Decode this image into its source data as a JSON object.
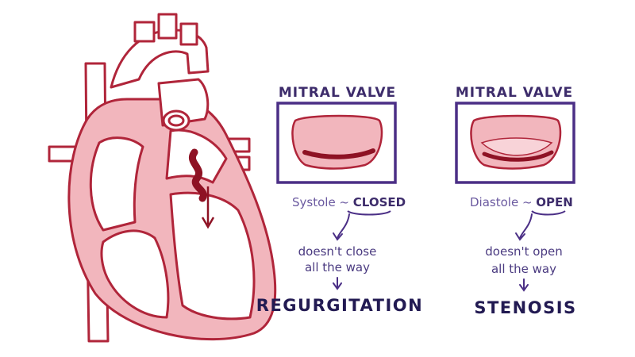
{
  "colors": {
    "heart_outline": "#b0253a",
    "heart_fill": "#f2b6bd",
    "blood": "#8e1224",
    "frame": "#4b2f86",
    "text_dark": "#221a52",
    "text_light": "#6b5aa0"
  },
  "left_panel": {
    "title": "MITRAL VALVE",
    "caption_prefix": "Systole ~",
    "caption_state": "CLOSED",
    "note_line1": "doesn't close",
    "note_line2": "all the way",
    "outcome": "REGURGITATION"
  },
  "right_panel": {
    "title": "MITRAL VALVE",
    "caption_prefix": "Diastole ~",
    "caption_state": "OPEN",
    "note_line1": "doesn't open",
    "note_line2": "all the way",
    "outcome": "STENOSIS"
  },
  "icons": {
    "heart": "heart-diagram-icon",
    "valve": "valve-icon",
    "arrow": "down-arrow-icon"
  }
}
